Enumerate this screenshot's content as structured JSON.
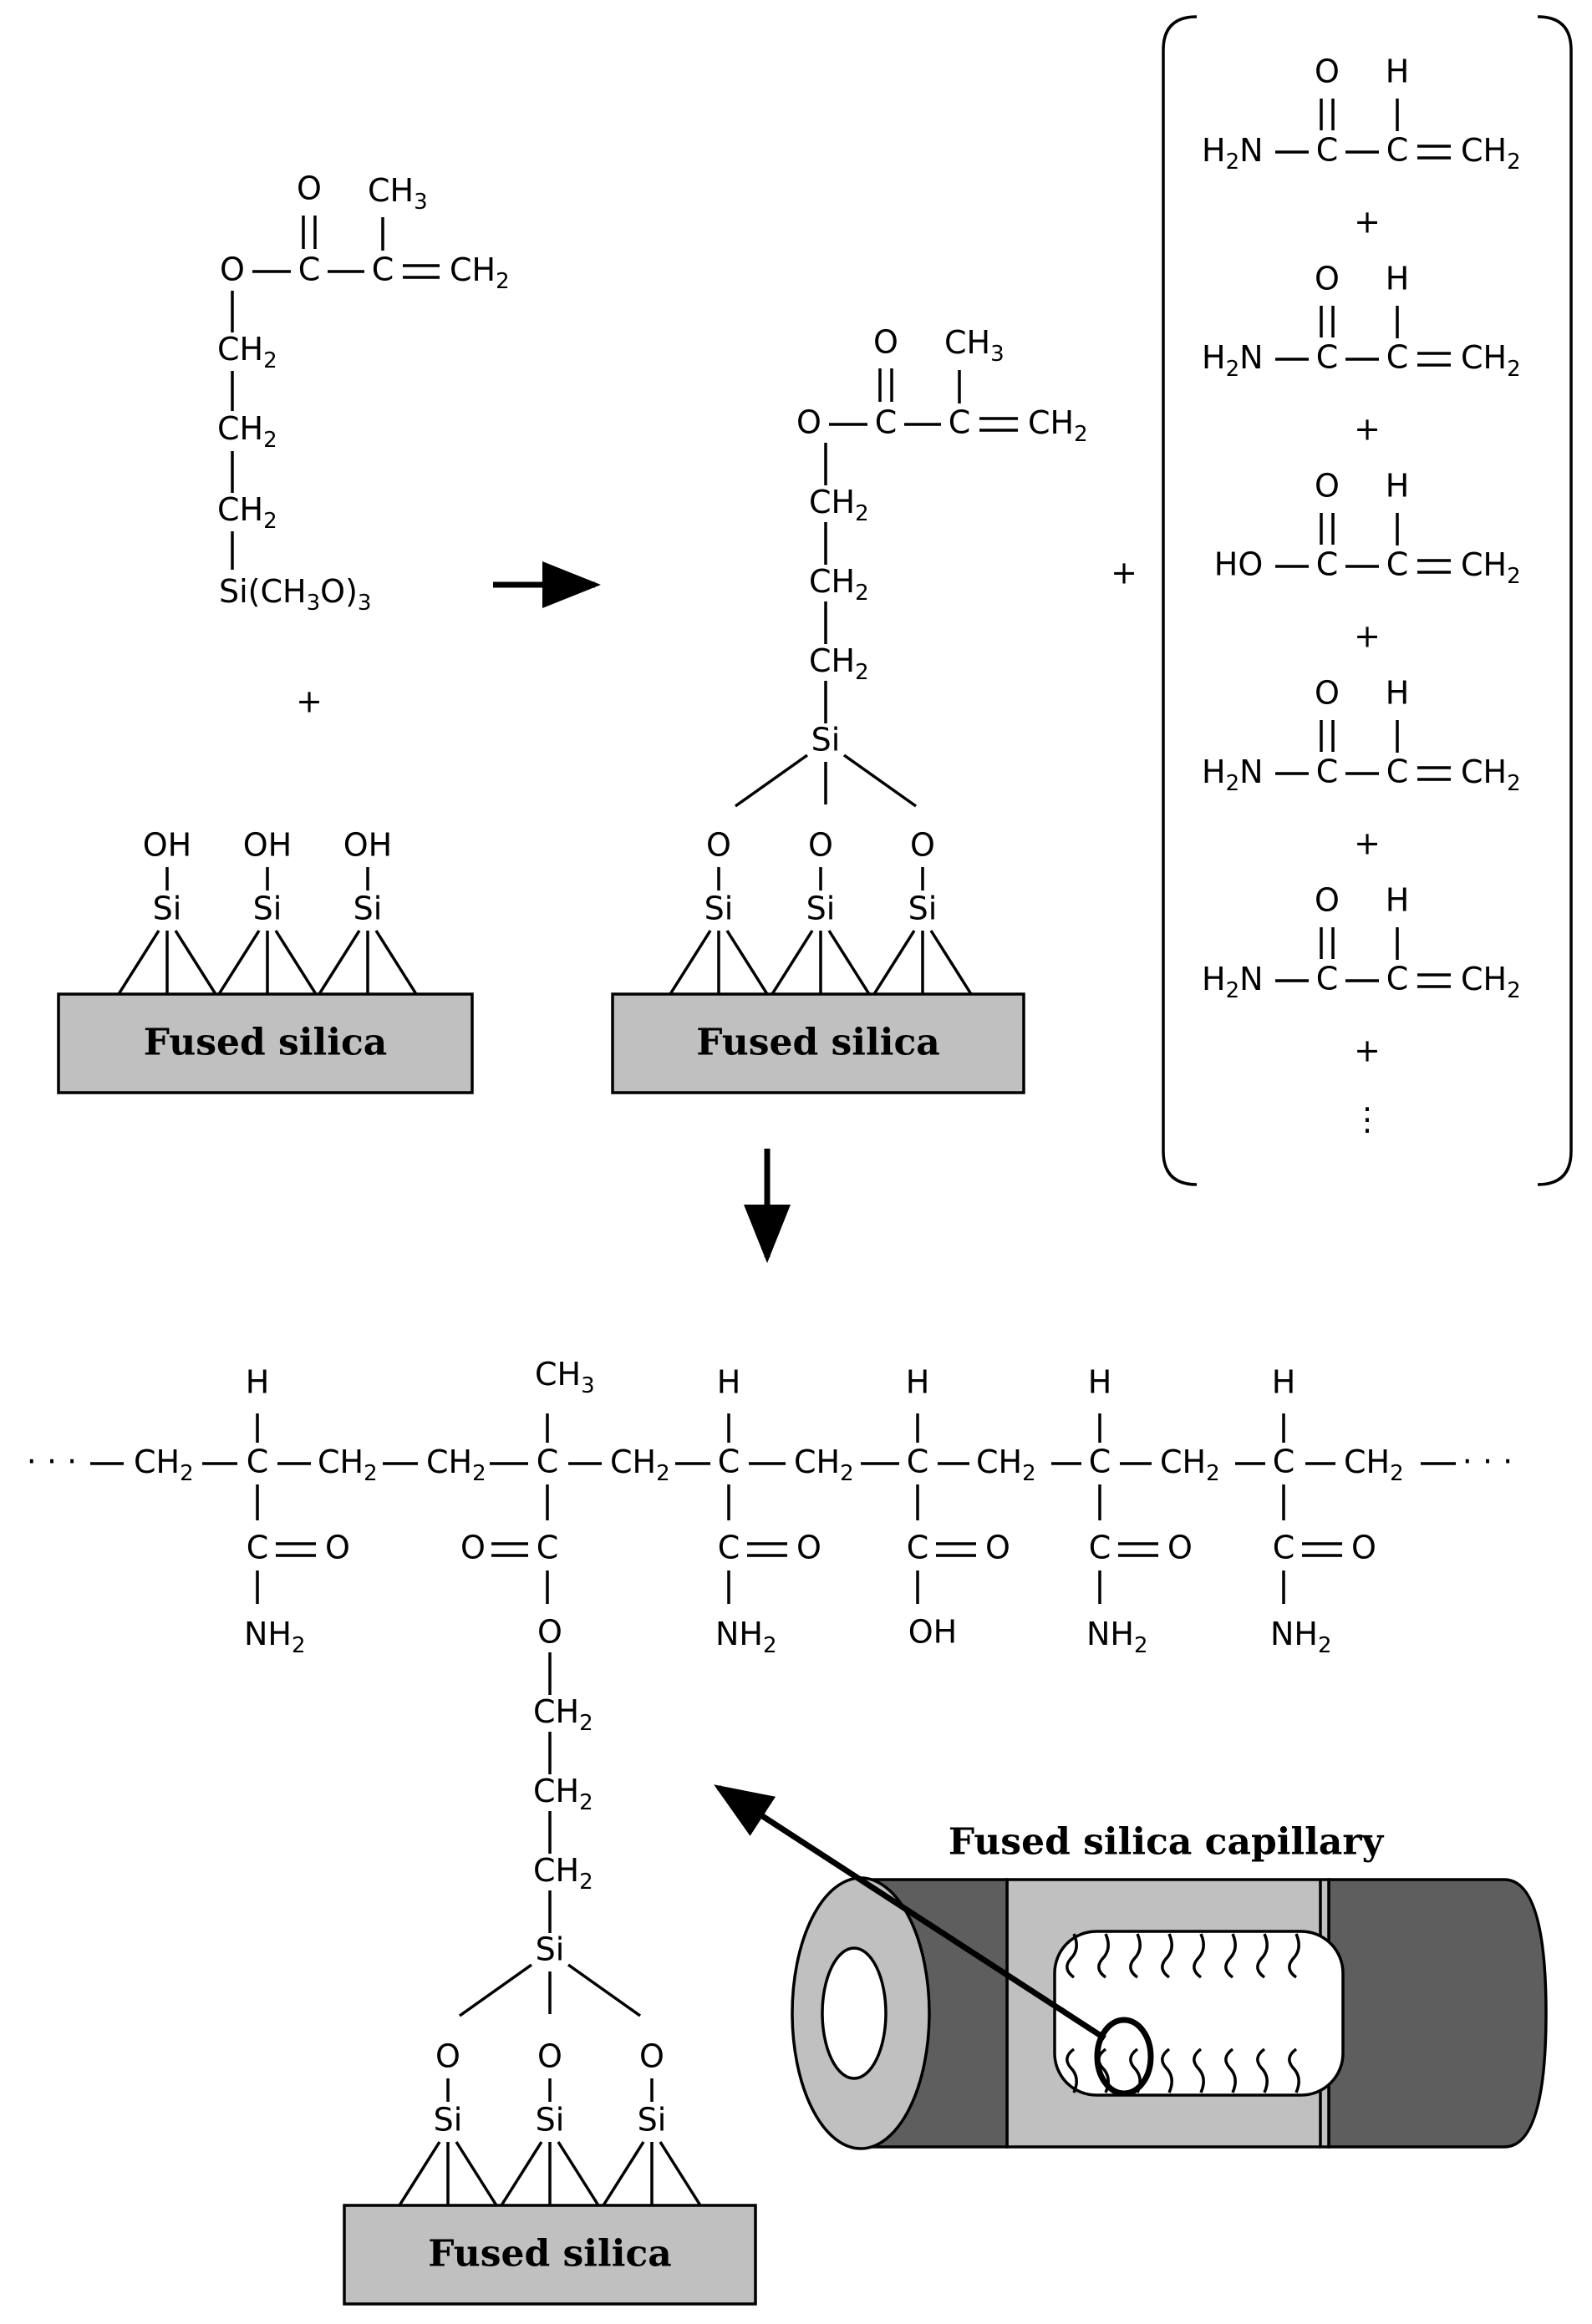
{
  "atoms": {
    "O": "O",
    "C": "C",
    "H": "H",
    "Si": "Si",
    "OH": "OH",
    "HO": "HO",
    "N": "N",
    "CH": "CH",
    "NH": "NH",
    "Si_CH": "Si(CH",
    "close_O": "O)",
    "sub2": "2",
    "sub3": "3"
  },
  "operators": {
    "plus": "+",
    "dots": "· · ·",
    "vdots": "⋮"
  },
  "labels": {
    "fused_silica": "Fused silica",
    "capillary_title": "Fused silica capillary"
  }
}
